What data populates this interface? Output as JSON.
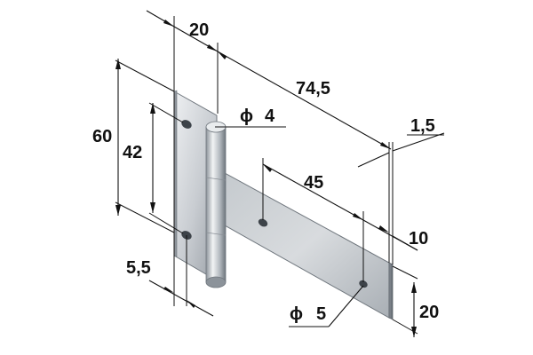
{
  "drawing": {
    "subject": "flat strap hinge with pin",
    "dimensions": {
      "leaf_width": "20",
      "strap_length": "74,5",
      "pin_diameter_label": "4",
      "thickness": "1,5",
      "leaf_height": "60",
      "hole_spacing_leaf": "42",
      "hole_spacing_strap": "45",
      "strap_end_hole_offset": "10",
      "edge_offset": "5,5",
      "hole_diameter_label": "5",
      "strap_width": "20"
    },
    "diameter_symbol": "ϕ",
    "colors": {
      "line": "#111111",
      "metal_light": "#e4e7ea",
      "metal_mid": "#b9bec4",
      "metal_dark": "#7d848c"
    }
  }
}
